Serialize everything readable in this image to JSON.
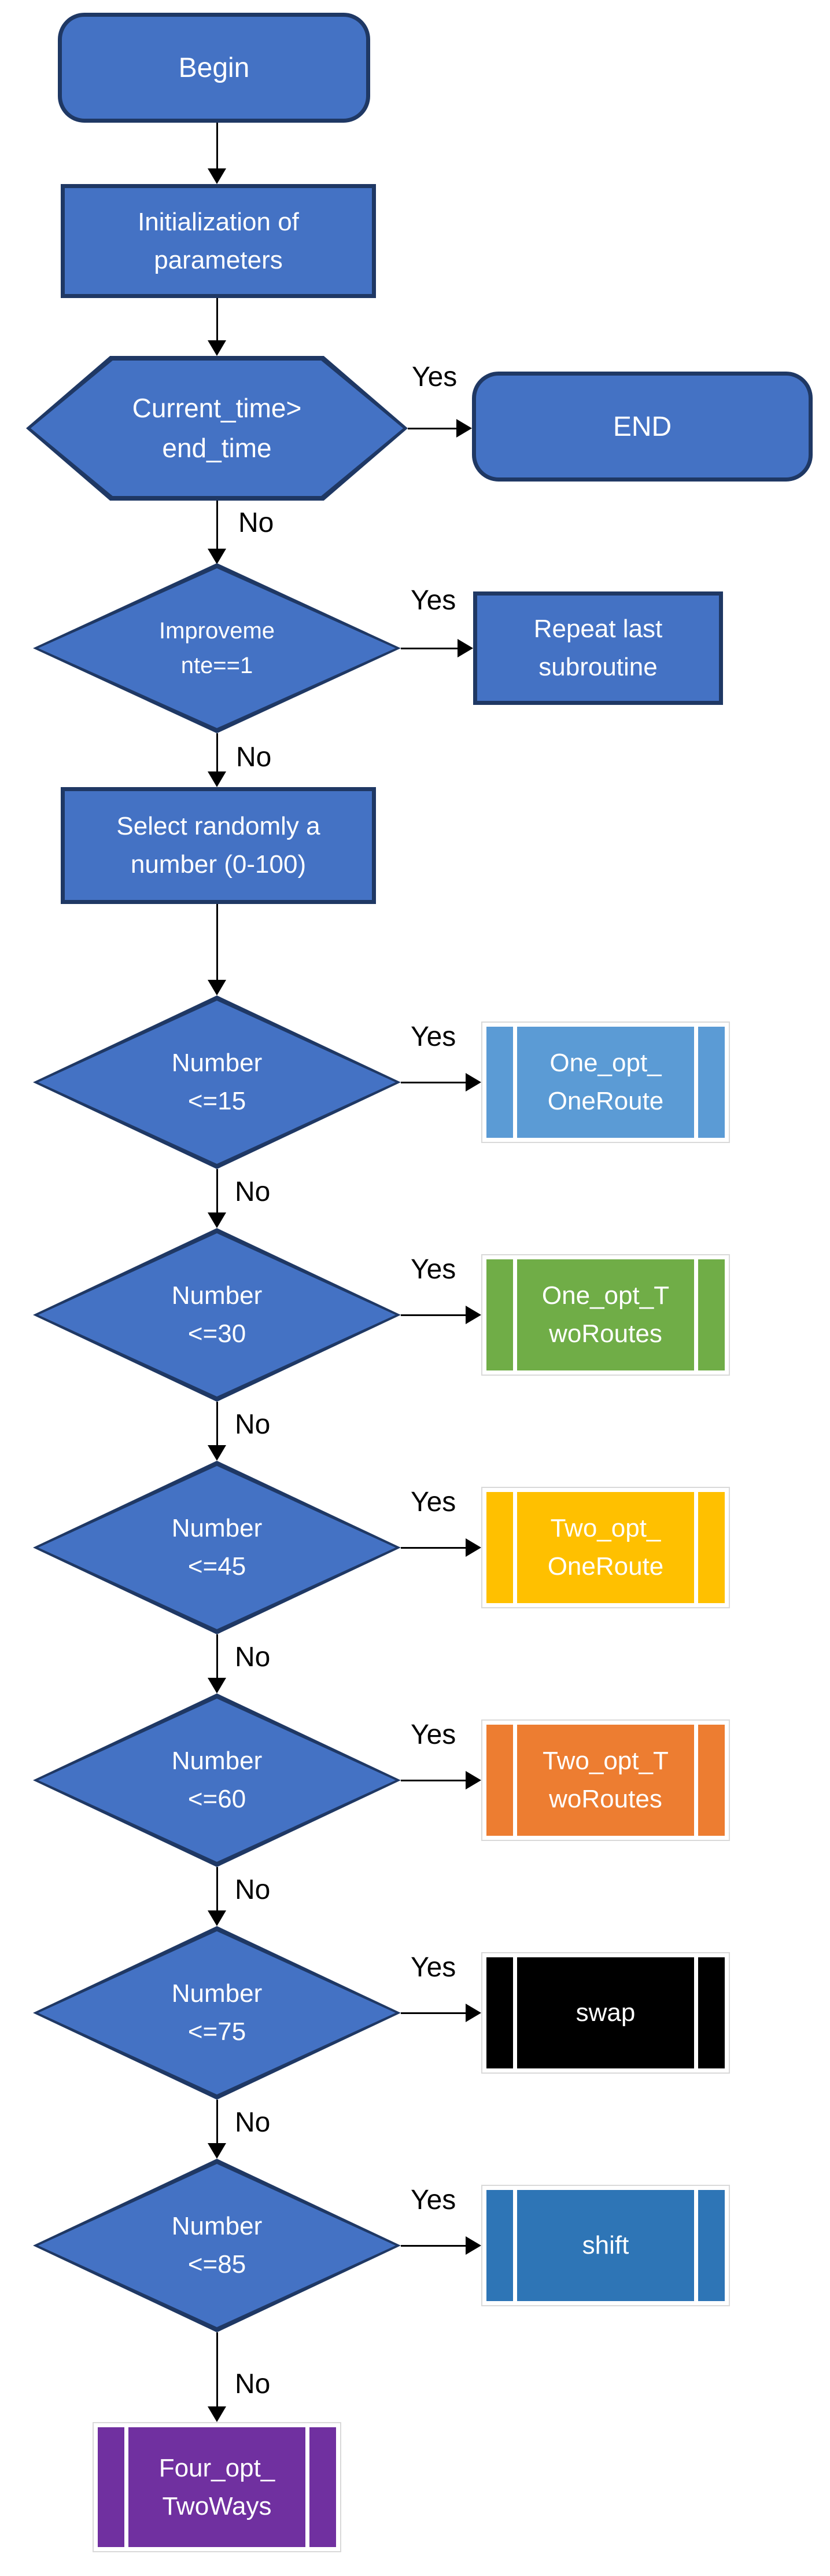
{
  "diagram_type": "flowchart",
  "edge_labels": {
    "yes": "Yes",
    "no": "No"
  },
  "colors": {
    "decision_fill": "#4472C4",
    "decision_border": "#1F3864",
    "arrow": "#000000",
    "edge_label_text": "#000000",
    "node_text": "#FFFFFF",
    "subroutine_frame": "#D9D9D9"
  },
  "top": {
    "begin": {
      "label": "Begin"
    },
    "init": {
      "line1": "Initialization of",
      "line2": "parameters"
    },
    "time_cond": {
      "line1": "Current_time>",
      "line2": "end_time"
    },
    "end": {
      "label": "END"
    },
    "improve_cond": {
      "line1": "Improveme",
      "line2": "nte==1"
    },
    "repeat": {
      "line1": "Repeat last",
      "line2": "subroutine"
    },
    "select": {
      "line1": "Select randomly a",
      "line2": "number (0-100)"
    }
  },
  "rows": [
    {
      "cond": {
        "line1": "Number",
        "line2": "<=15"
      },
      "box": {
        "line1": "One_opt_",
        "line2": "OneRoute",
        "color": "#5B9BD5"
      }
    },
    {
      "cond": {
        "line1": "Number",
        "line2": "<=30"
      },
      "box": {
        "line1": "One_opt_T",
        "line2": "woRoutes",
        "color": "#70AD47"
      }
    },
    {
      "cond": {
        "line1": "Number",
        "line2": "<=45"
      },
      "box": {
        "line1": "Two_opt_",
        "line2": "OneRoute",
        "color": "#FFC000"
      }
    },
    {
      "cond": {
        "line1": "Number",
        "line2": "<=60"
      },
      "box": {
        "line1": "Two_opt_T",
        "line2": "woRoutes",
        "color": "#ED7D31"
      }
    },
    {
      "cond": {
        "line1": "Number",
        "line2": "<=75"
      },
      "box": {
        "label": "swap",
        "color": "#000000"
      }
    },
    {
      "cond": {
        "line1": "Number",
        "line2": "<=85"
      },
      "box": {
        "label": "shift",
        "color": "#2E75B6"
      }
    }
  ],
  "final_box": {
    "line1": "Four_opt_",
    "line2": "TwoWays",
    "color": "#7030A0"
  }
}
